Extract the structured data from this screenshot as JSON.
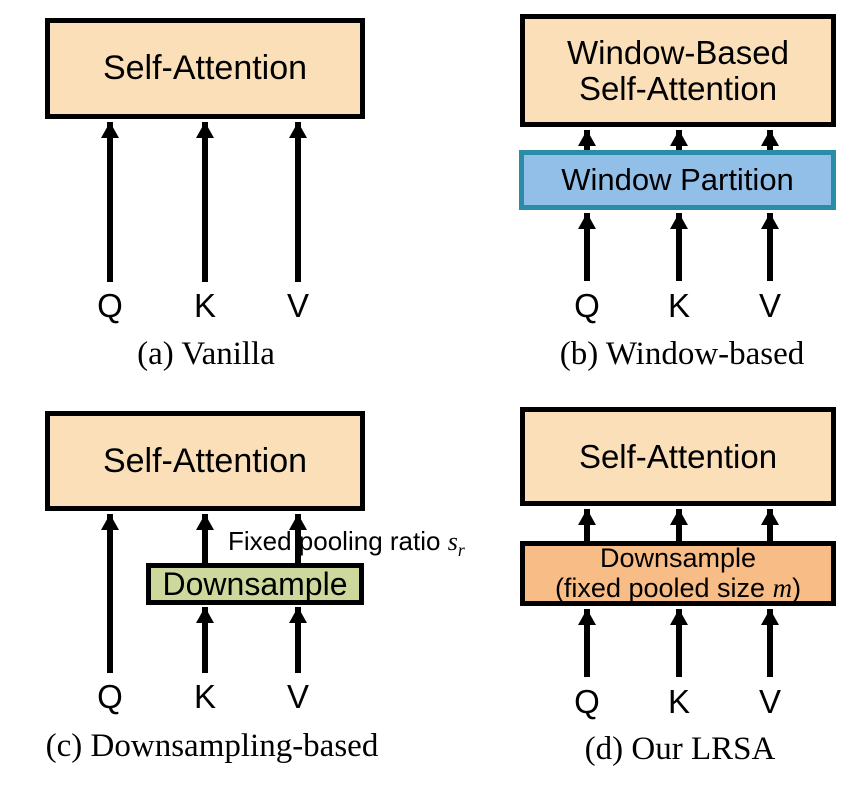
{
  "figure": {
    "title": "Comparison of self-attention variants",
    "colors": {
      "attention_fill": "#fbdfb9",
      "window_fill": "#92bfe8",
      "window_border": "#2b8ca8",
      "downsample_green_fill": "#ccd89c",
      "downsample_orange_fill": "#f8bd86",
      "stroke": "#000000",
      "background": "#ffffff"
    }
  },
  "panels": {
    "a": {
      "caption": "(a) Vanilla",
      "attention_box": "Self-Attention",
      "inputs": {
        "q": "Q",
        "k": "K",
        "v": "V"
      }
    },
    "b": {
      "caption": "(b) Window-based",
      "attention_box_line1": "Window-Based",
      "attention_box_line2": "Self-Attention",
      "partition_box": "Window Partition",
      "inputs": {
        "q": "Q",
        "k": "K",
        "v": "V"
      }
    },
    "c": {
      "caption": "(c) Downsampling-based",
      "attention_box": "Self-Attention",
      "downsample_box": "Downsample",
      "annotation_prefix": "Fixed pooling ratio ",
      "annotation_symbol": "s",
      "annotation_subscript": "r",
      "inputs": {
        "q": "Q",
        "k": "K",
        "v": "V"
      }
    },
    "d": {
      "caption": "(d) Our LRSA",
      "attention_box": "Self-Attention",
      "downsample_box_line1": "Downsample",
      "downsample_box_line2_prefix": "(fixed pooled size ",
      "downsample_box_line2_symbol": "m",
      "downsample_box_line2_suffix": ")",
      "inputs": {
        "q": "Q",
        "k": "K",
        "v": "V"
      }
    }
  }
}
